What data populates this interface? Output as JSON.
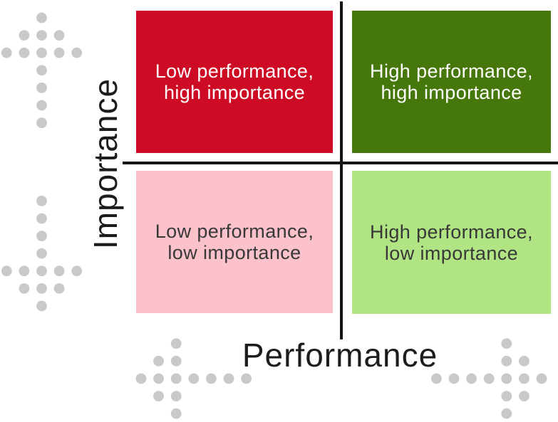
{
  "matrix": {
    "y_axis_label": "Importance",
    "x_axis_label": "Performance",
    "axis_line_color": "#141414",
    "label_color": "#1c1c1c",
    "quadrants": [
      {
        "id": "low-performance-high-importance",
        "line1": "Low performance,",
        "line2": "high importance",
        "bg": "#ce0b24",
        "text_color": "#ffffff"
      },
      {
        "id": "high-performance-high-importance",
        "line1": "High performance,",
        "line2": "high importance",
        "bg": "#45770a",
        "text_color": "#ffffff"
      },
      {
        "id": "low-performance-low-importance",
        "line1": "Low performance,",
        "line2": "low importance",
        "bg": "#fbc2cc",
        "text_color": "#383838"
      },
      {
        "id": "high-performance-low-importance",
        "line1": "High performance,",
        "line2": "low importance",
        "bg": "#b1e483",
        "text_color": "#383838"
      }
    ]
  },
  "decoration": {
    "dot_color": "#c9c9c9",
    "arrows": [
      {
        "name": "dot-arrow-up-icon",
        "direction": "up"
      },
      {
        "name": "dot-arrow-down-icon",
        "direction": "down"
      },
      {
        "name": "dot-arrow-left-icon",
        "direction": "left"
      },
      {
        "name": "dot-arrow-right-icon",
        "direction": "right"
      }
    ]
  }
}
